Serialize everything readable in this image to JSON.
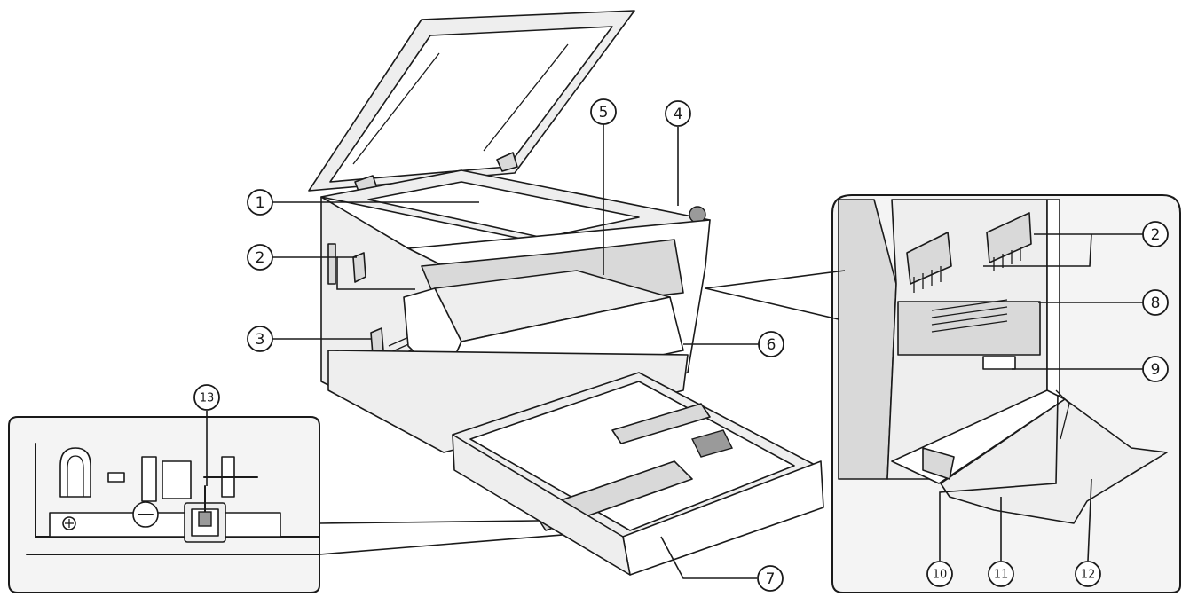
{
  "callouts": [
    {
      "id": "1",
      "label": "1"
    },
    {
      "id": "2a",
      "label": "2"
    },
    {
      "id": "3",
      "label": "3"
    },
    {
      "id": "4",
      "label": "4"
    },
    {
      "id": "5",
      "label": "5"
    },
    {
      "id": "6",
      "label": "6"
    },
    {
      "id": "7",
      "label": "7"
    },
    {
      "id": "2b",
      "label": "2"
    },
    {
      "id": "8",
      "label": "8"
    },
    {
      "id": "9",
      "label": "9"
    },
    {
      "id": "10",
      "label": "10"
    },
    {
      "id": "11",
      "label": "11"
    },
    {
      "id": "12",
      "label": "12"
    },
    {
      "id": "13",
      "label": "13"
    }
  ],
  "colors": {
    "line": "#1a1a1a",
    "panel": "#f4f4f4",
    "shade": "#d9d9d9"
  }
}
